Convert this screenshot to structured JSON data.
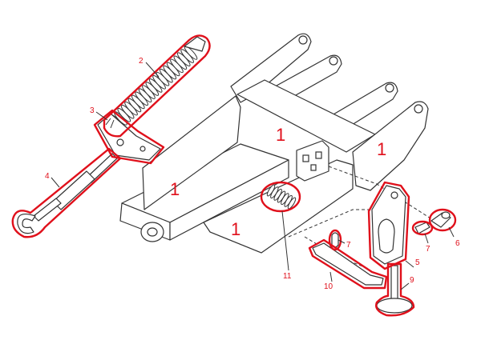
{
  "diagram": {
    "highlight_color": "#e0101b",
    "line_color": "#333333",
    "callouts": {
      "c2": "2",
      "c3": "3",
      "c4": "4",
      "c5": "5",
      "c6": "6",
      "c7a": "7",
      "c7b": "7",
      "c9": "9",
      "c10": "10",
      "c11": "11"
    },
    "frame_labels": {
      "f1": "1",
      "f2": "1",
      "f3": "1",
      "f4": "1"
    }
  }
}
